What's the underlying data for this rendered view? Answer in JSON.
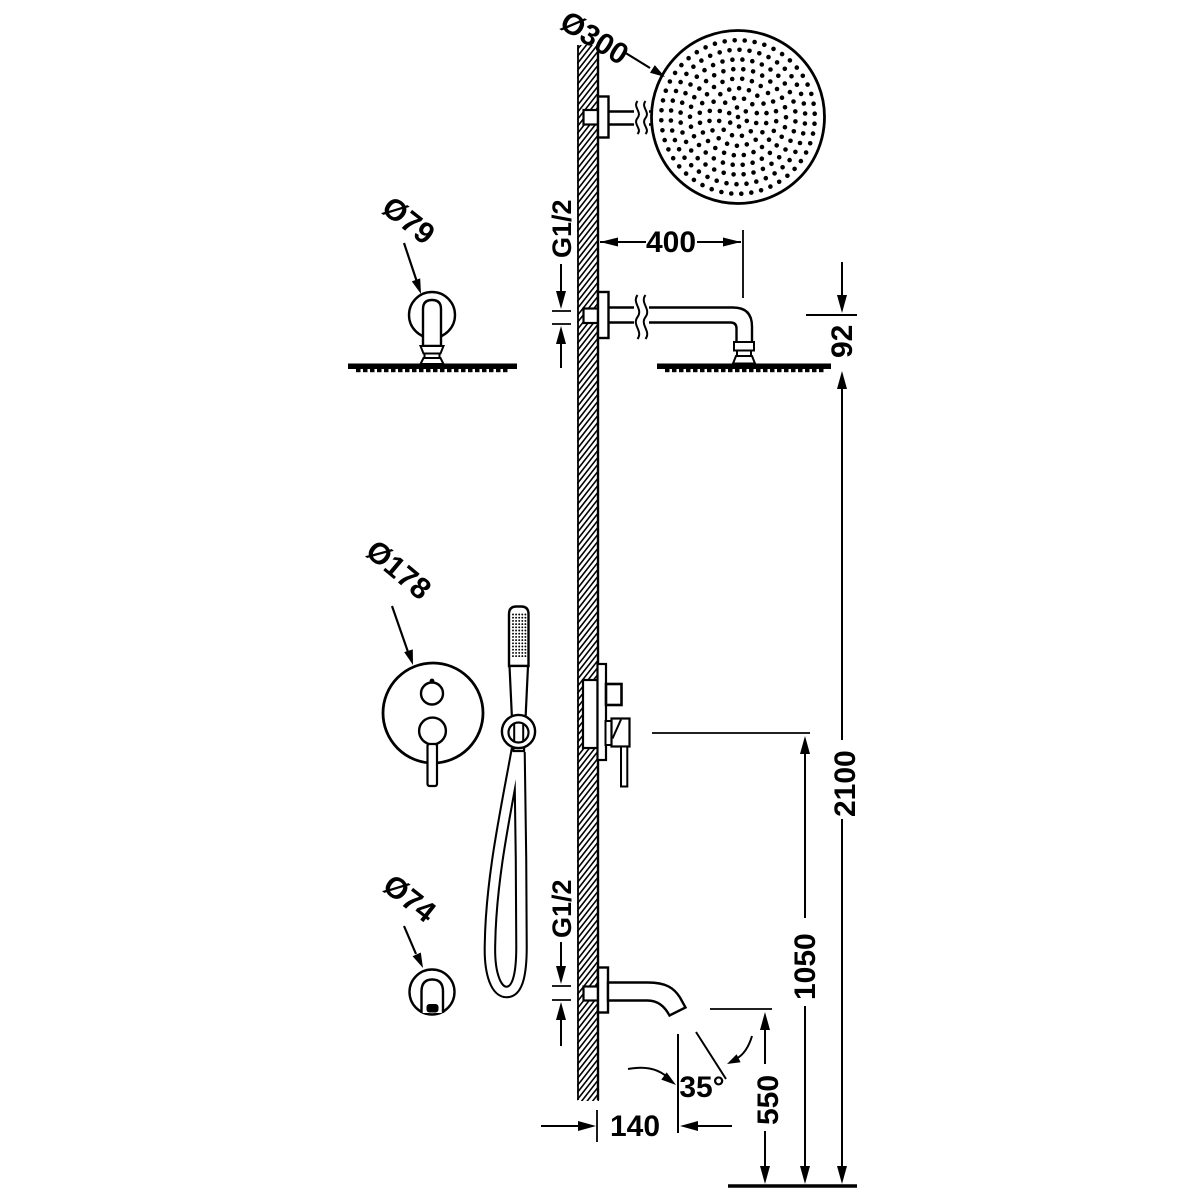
{
  "diagram": {
    "colors": {
      "line": "#000000",
      "background": "#ffffff"
    },
    "labels": {
      "overhead_diameter": "Ø300",
      "arm_flange_diameter": "Ø79",
      "upper_thread": "G1/2",
      "arm_reach": "400",
      "head_drop": "92",
      "mixer_diameter": "Ø178",
      "spout_flange_diameter": "Ø74",
      "lower_thread": "G1/2",
      "overhead_height": "2100",
      "mixer_height": "1050",
      "spout_height": "550",
      "spout_reach": "140",
      "spout_angle": "35°"
    }
  }
}
